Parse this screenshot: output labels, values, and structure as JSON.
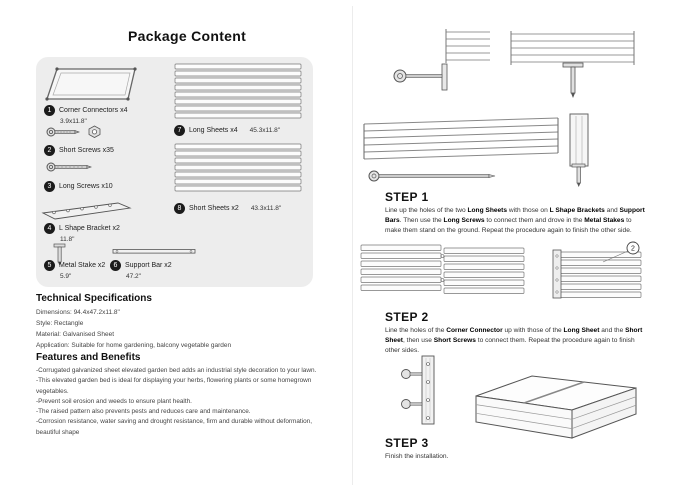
{
  "page": {
    "title": "Package Content"
  },
  "package": {
    "parts": [
      {
        "num": "1",
        "label": "Corner Connectors x4",
        "dim": "3.9x11.8\""
      },
      {
        "num": "2",
        "label": "Short Screws x35",
        "dim": ""
      },
      {
        "num": "3",
        "label": "Long Screws x10",
        "dim": ""
      },
      {
        "num": "4",
        "label": "L Shape Bracket x2",
        "dim": "11.8\""
      },
      {
        "num": "5",
        "label": "Metal Stake x2",
        "dim": "5.9\""
      },
      {
        "num": "6",
        "label": "Support Bar x2",
        "dim": "47.2\""
      },
      {
        "num": "7",
        "label": "Long Sheets x4",
        "dim": "45.3x11.8\""
      },
      {
        "num": "8",
        "label": "Short Sheets x2",
        "dim": "43.3x11.8\""
      }
    ]
  },
  "specs": {
    "title": "Technical Specifications",
    "lines": [
      "Dimensions: 94.4x47.2x11.8\"",
      "Style: Rectangle",
      "Material: Galvanised Sheet",
      "Application: Suitable for home gardening, balcony vegetable garden"
    ]
  },
  "features": {
    "title": "Features and Benefits",
    "items": [
      "-Corrugated galvanized sheet elevated garden bed adds an industrial style decoration to your lawn.",
      "-This elevated garden bed is ideal for displaying your herbs, flowering plants or some homegrown vegetables.",
      "-Prevent soil erosion and weeds to ensure plant health.",
      "-The raised pattern also prevents pests and reduces care and maintenance.",
      "-Corrosion resistance, water saving and drought resistance, firm and durable without deformation, beautiful shape"
    ]
  },
  "steps": [
    {
      "title": "STEP 1",
      "seg": [
        "Line up the holes of the two ",
        "Long Sheets",
        " with those on ",
        "L Shape Brackets",
        " and ",
        "Support Bars",
        ". Then use the ",
        "Long Screws",
        " to connect them and drove in the ",
        "Metal Stakes",
        " to make them stand on the ground. Repeat the procedure again to finish the other side."
      ]
    },
    {
      "title": "STEP 2",
      "seg": [
        "Line the holes of the ",
        "Corner Connector",
        " up with those of the ",
        "Long Sheet",
        " and the ",
        "Short Sheet",
        ", then use ",
        "Short Screws",
        " to connect them. Repeat the procedure again to finish other sides."
      ]
    },
    {
      "title": "STEP 3",
      "seg": [
        "Finish the installation."
      ]
    }
  ],
  "callouts": {
    "step2": "2"
  }
}
